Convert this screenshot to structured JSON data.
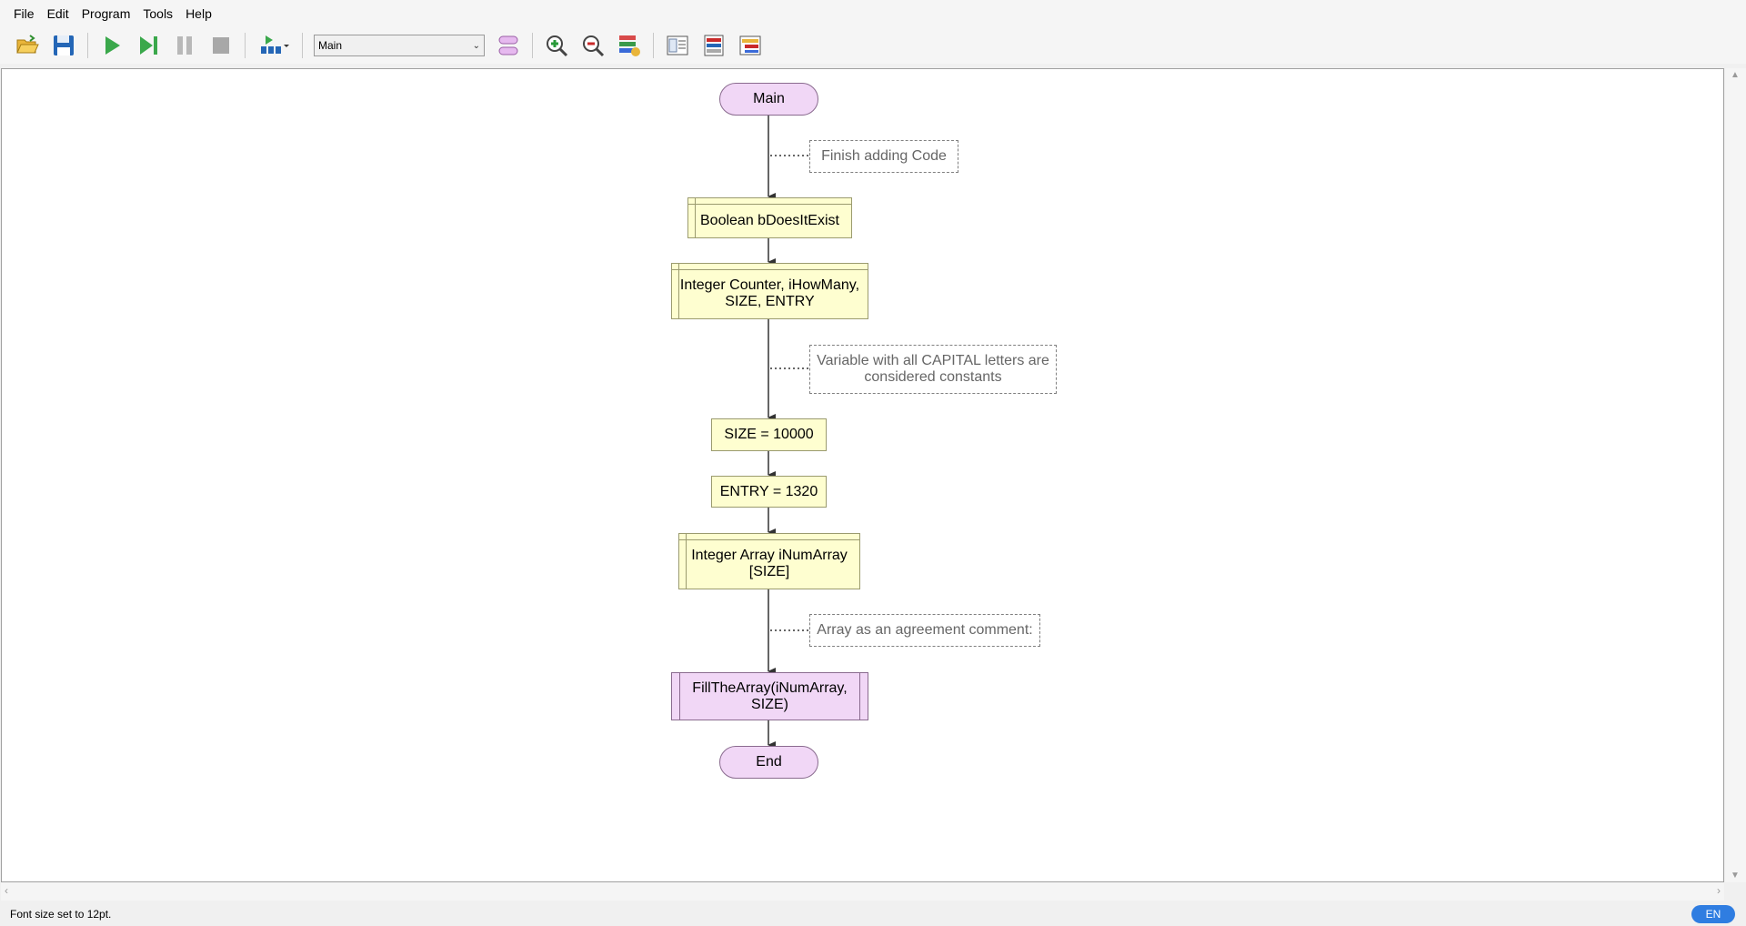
{
  "menu": {
    "file": "File",
    "edit": "Edit",
    "program": "Program",
    "tools": "Tools",
    "help": "Help"
  },
  "toolbar": {
    "function_select": "Main"
  },
  "flow": {
    "start": "Main",
    "comment1": "Finish adding Code",
    "decl1": "Boolean bDoesItExist",
    "decl2_line1": "Integer Counter, iHowMany,",
    "decl2_line2": "SIZE, ENTRY",
    "comment2_line1": "Variable with all CAPITAL letters are",
    "comment2_line2": "considered constants",
    "assign1": "SIZE = 10000",
    "assign2": "ENTRY = 1320",
    "decl3_line1": "Integer Array iNumArray",
    "decl3_line2": "[SIZE]",
    "comment3": "Array as an agreement comment:",
    "call_line1": "FillTheArray(iNumArray,",
    "call_line2": "SIZE)",
    "end": "End"
  },
  "status": {
    "message": "Font size set to 12pt.",
    "language": "EN"
  },
  "colors": {
    "terminal": "#f1d7f6",
    "process": "#fefed0",
    "accent": "#2f7de1"
  }
}
